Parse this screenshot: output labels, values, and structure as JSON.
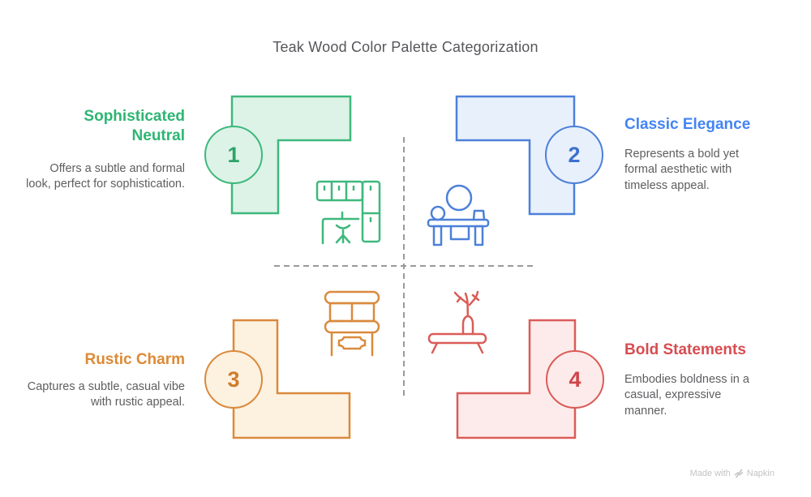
{
  "title": "Teak Wood Color Palette Categorization",
  "quadrants": [
    {
      "number": "1",
      "name": "Sophisticated Neutral",
      "description": "Offers a subtle and formal look, perfect for sophistication.",
      "accent": "#2eb573",
      "num": "#2ca368",
      "stroke": "#3eb87c",
      "fill": "#ddf3e8",
      "icon": "office-cubicle-icon"
    },
    {
      "number": "2",
      "name": "Classic Elegance",
      "description": "Represents a bold yet formal aesthetic with timeless appeal.",
      "accent": "#4384f3",
      "num": "#3c70cd",
      "stroke": "#4d80d8",
      "fill": "#e8f0fc",
      "icon": "person-at-desk-icon"
    },
    {
      "number": "3",
      "name": "Rustic Charm",
      "description": "Captures a subtle, casual vibe with rustic appeal.",
      "accent": "#dd8a35",
      "num": "#cd7c2e",
      "stroke": "#d98a3d",
      "fill": "#fdf1df",
      "icon": "headboard-bench-icon"
    },
    {
      "number": "4",
      "name": "Bold Statements",
      "description": "Embodies boldness in a casual, expressive manner.",
      "accent": "#d84c51",
      "num": "#d04549",
      "stroke": "#da5c58",
      "fill": "#fcebea",
      "icon": "table-vase-icon"
    }
  ],
  "divider_color": "#9a9a9a",
  "title_color": "#55565a",
  "body_text_color": "#5d5e60",
  "watermark": {
    "prefix": "Made with",
    "brand": "Napkin"
  }
}
